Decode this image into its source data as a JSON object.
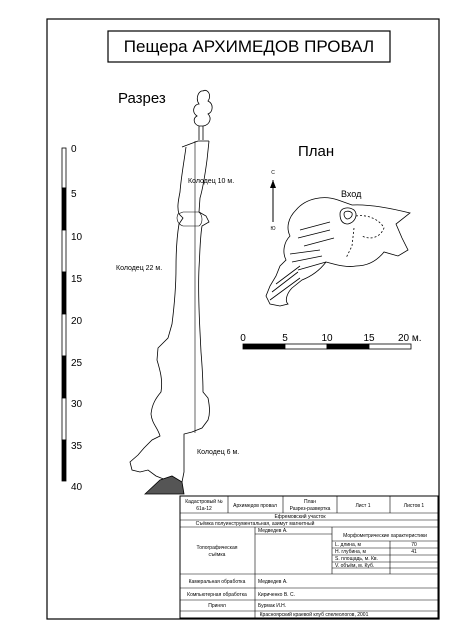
{
  "title": "Пещера АРХИМЕДОВ ПРОВАЛ",
  "section_label": "Разрез",
  "plan_label": "План",
  "entrance_label": "Вход",
  "compass": {
    "north": "С",
    "south": "Ю"
  },
  "depth_scale": {
    "ticks": [
      "0",
      "5",
      "10",
      "15",
      "20",
      "25",
      "30",
      "35",
      "40"
    ]
  },
  "shaft_labels": {
    "well_10": "Колодец 10 м.",
    "well_22": "Колодец 22 м.",
    "well_6": "Колодец 6 м."
  },
  "plan_scale": {
    "ticks": [
      "0",
      "5",
      "10",
      "15",
      "20 м."
    ]
  },
  "stamp": {
    "cadastre_label": "Кадастровый №",
    "cadastre_value": "61а-12",
    "cave_name": "Архимедов провал",
    "doc_title_1": "План",
    "doc_title_2": "Разрез-развертка",
    "sheet": "Лист 1",
    "sheets_total": "Листов 1",
    "area": "Ефремовский участок",
    "survey_type": "Съёмка полуинструментальная, азимут магнитный",
    "topo_label_1": "Топографическая",
    "topo_label_2": "съёмка",
    "topo_person": "Медведев А.",
    "morpho_header": "Морфометрические характеристики",
    "metrics": [
      {
        "label": "L. длина, м",
        "value": "70"
      },
      {
        "label": "H. глубина, м",
        "value": "41"
      },
      {
        "label": "S. площадь, м. Кв.",
        "value": ""
      },
      {
        "label": "V. объём, м. Куб.",
        "value": ""
      }
    ],
    "cameral_label": "Камеральная обработка",
    "cameral_person": "Медведев А.",
    "computer_label": "Компьютерная обработка",
    "computer_person": "Кириченко В. С.",
    "accepted_label": "Принял",
    "accepted_person": "Бурмак И.Н.",
    "club": "Красноярский краевой клуб спелеологов, 2001"
  }
}
